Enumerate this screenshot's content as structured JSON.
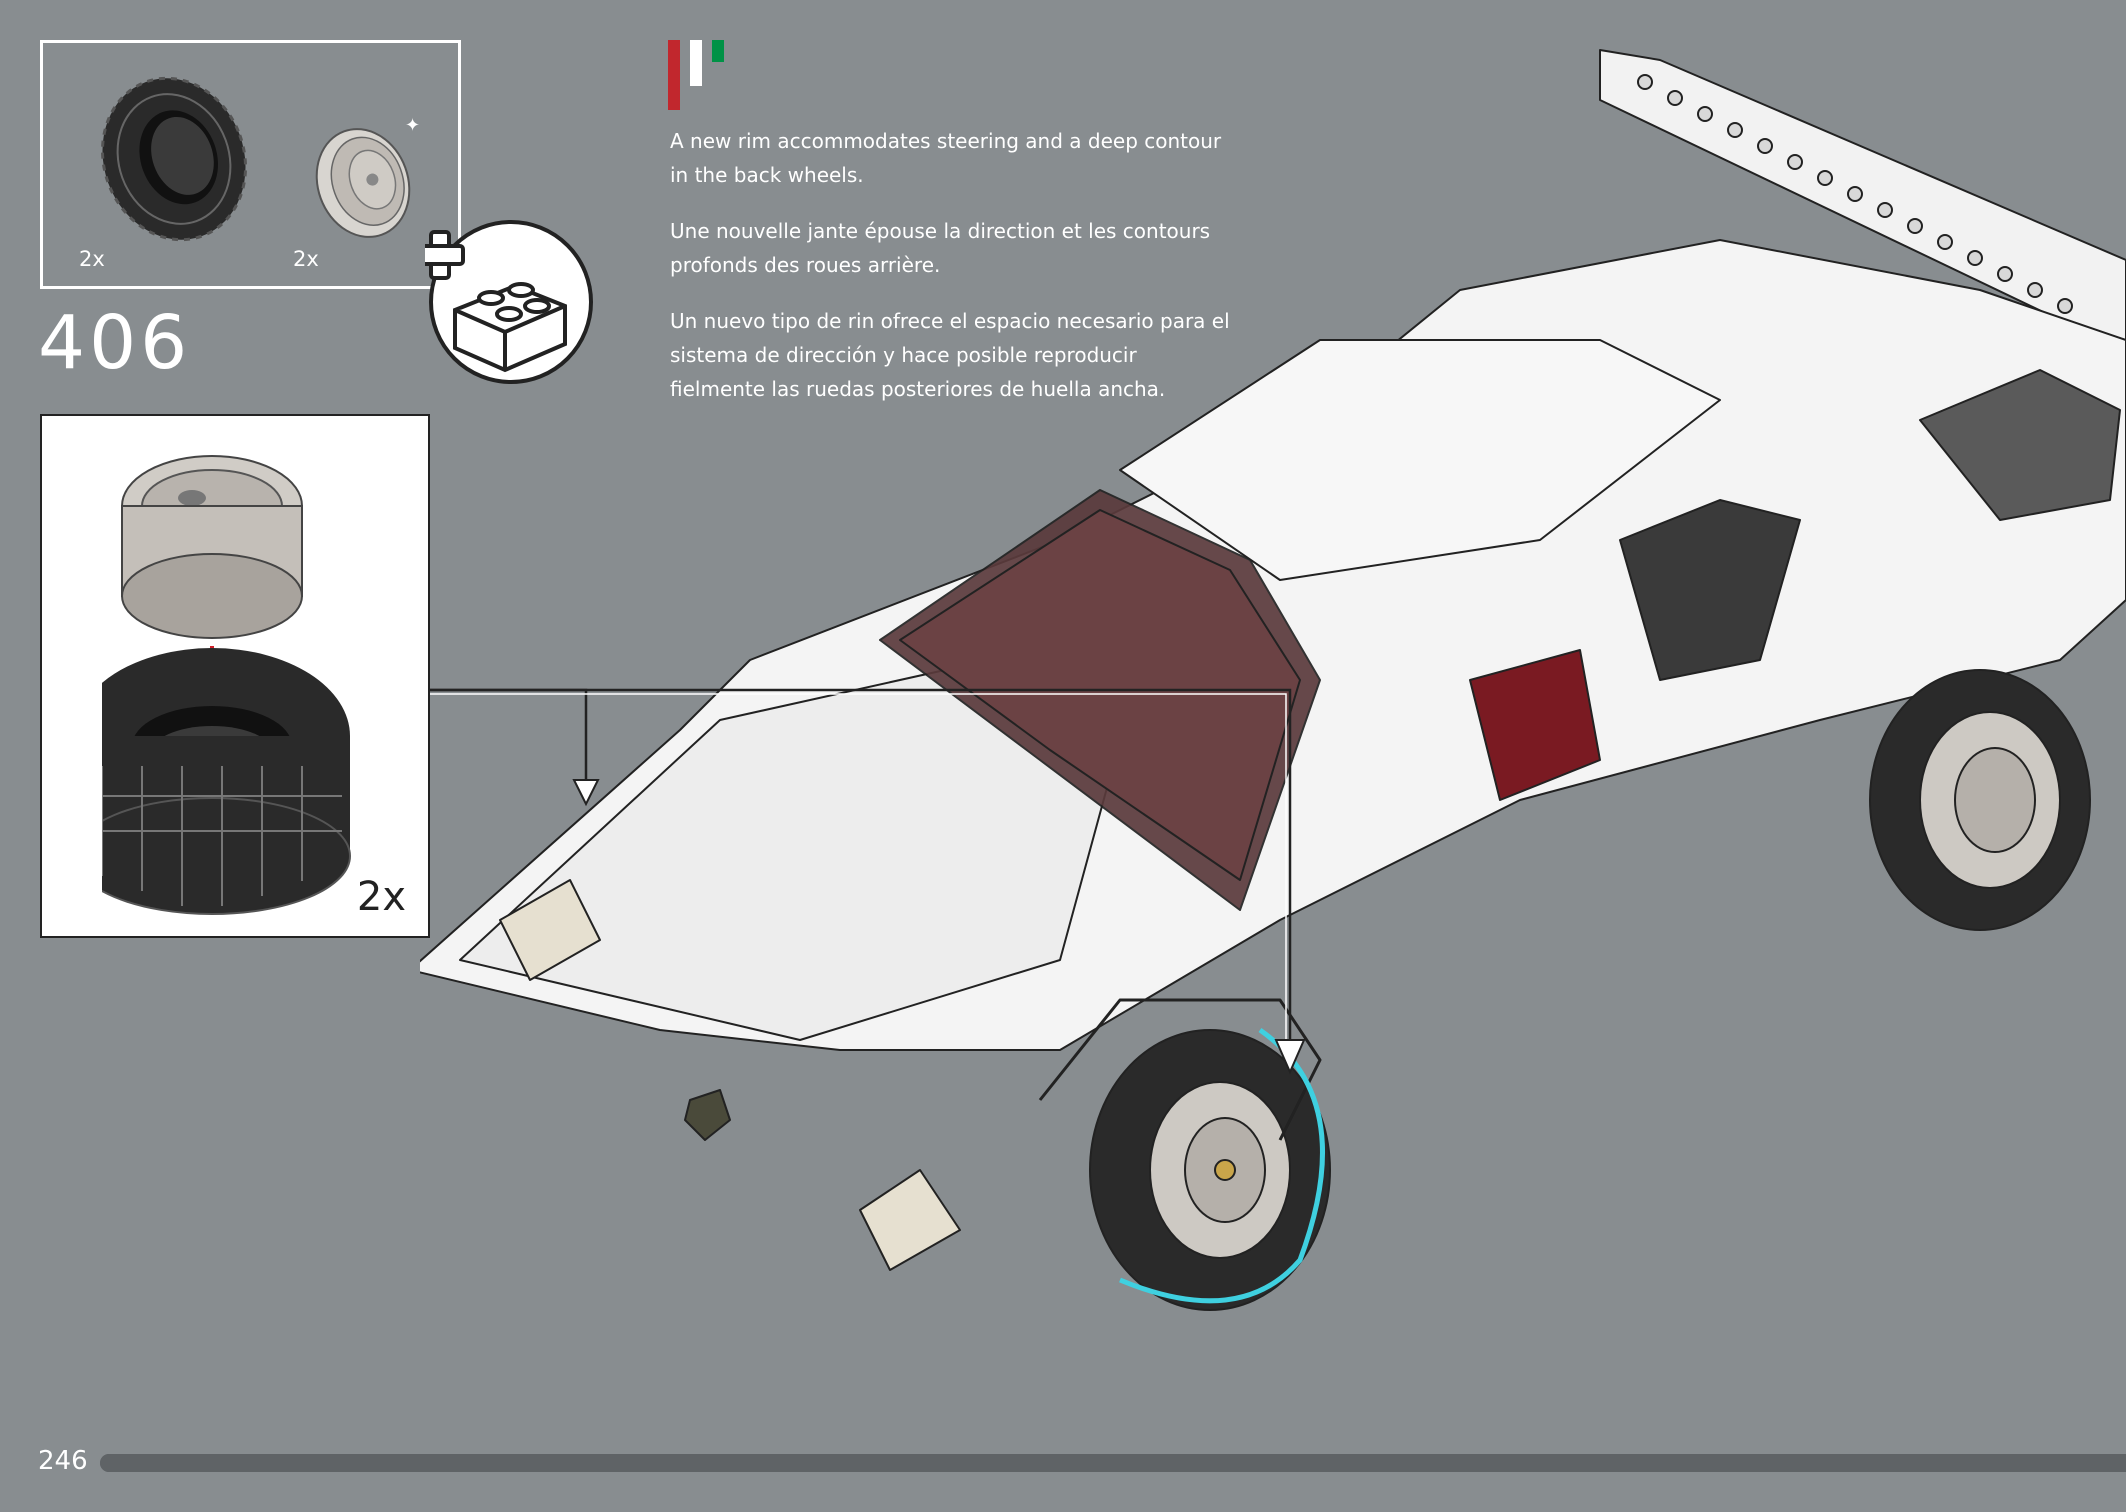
{
  "step": {
    "number": "406"
  },
  "parts": [
    {
      "name": "tire-icon",
      "qty": "2x"
    },
    {
      "name": "rim-icon",
      "qty": "2x"
    }
  ],
  "description": {
    "en": "A new rim accommodates steering and a deep contour in the back wheels.",
    "fr": "Une nouvelle jante épouse la direction et les contours profonds des roues arrière.",
    "es": "Un nuevo tipo de rin ofrece el espacio necesario para el sistema de dirección y hace posible reproducir fielmente las ruedas posteriores de huella ancha."
  },
  "sub_step": {
    "qty": "2x"
  },
  "footer": {
    "page_number": "246",
    "progress": 1.0
  },
  "colors": {
    "background": "#888d90",
    "flag_red": "#c1272d",
    "flag_white": "#ffffff",
    "flag_green": "#009246",
    "highlight": "#3fd0e0",
    "arrow_red": "#d0202a",
    "progress": "#5f6366"
  }
}
